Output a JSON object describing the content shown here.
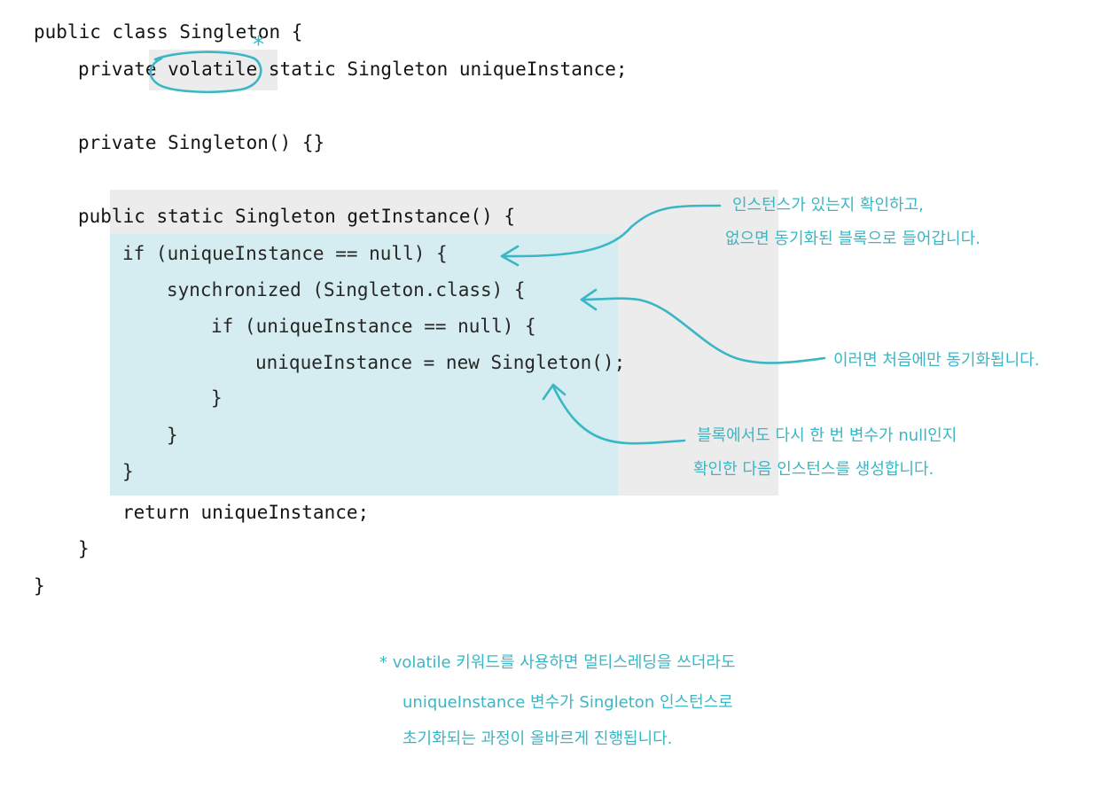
{
  "code": {
    "lines": [
      "public class Singleton {",
      "private volatile static Singleton uniqueInstance;",
      "private Singleton() {}",
      "public static Singleton getInstance() {",
      "if (uniqueInstance == null) {",
      "synchronized (Singleton.class) {",
      "if (uniqueInstance == null) {",
      "uniqueInstance = new Singleton();",
      "}",
      "}",
      "}",
      "return uniqueInstance;",
      "}",
      "}"
    ]
  },
  "annotations": {
    "note1": [
      "인스턴스가 있는지 확인하고,",
      "없으면 동기화된 블록으로 들어갑니다."
    ],
    "note2": "이러면 처음에만 동기화됩니다.",
    "note3": [
      "블록에서도 다시 한 번 변수가 null인지",
      "확인한 다음 인스턴스를 생성합니다."
    ],
    "asterisk": "*",
    "footnote": [
      "* volatile 키워드를 사용하면 멀티스레딩을 쓰더라도",
      "uniqueInstance 변수가 Singleton 인스턴스로",
      "초기화되는 과정이 올바르게 진행됩니다."
    ]
  },
  "colors": {
    "accent": "#3bb6c4",
    "highlight_blue": "#d5edf1",
    "highlight_gray": "#ececec",
    "code_text": "#141414"
  }
}
